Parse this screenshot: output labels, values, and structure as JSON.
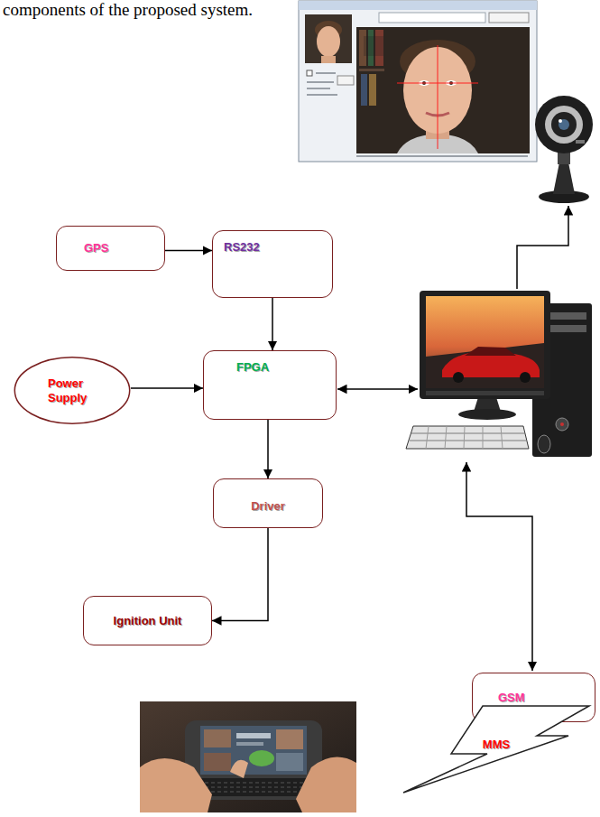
{
  "diagram": {
    "nodes": [
      {
        "text": [
          "GPS"
        ]
      },
      {
        "text": [
          "RS232"
        ]
      },
      {
        "text": [
          "Power Supply"
        ]
      },
      {
        "text": [
          "FPGA"
        ]
      },
      {
        "text": [
          "Driver"
        ]
      },
      {
        "text": [
          "Ignition Unit"
        ]
      },
      {
        "text": [
          "GSM"
        ]
      },
      {
        "text": [
          "MMS"
        ]
      }
    ],
    "edges": [
      {
        "from": 0,
        "to": 1,
        "arrow": "to"
      },
      {
        "from": 1,
        "to": 3,
        "arrow": "to"
      },
      {
        "from": 2,
        "to": 3,
        "arrow": "to"
      },
      {
        "from": 3,
        "to": 4,
        "arrow": "to"
      },
      {
        "from": 4,
        "to": 5,
        "arrow": "to"
      }
    ],
    "labels": [
      "components of the proposed system."
    ]
  }
}
